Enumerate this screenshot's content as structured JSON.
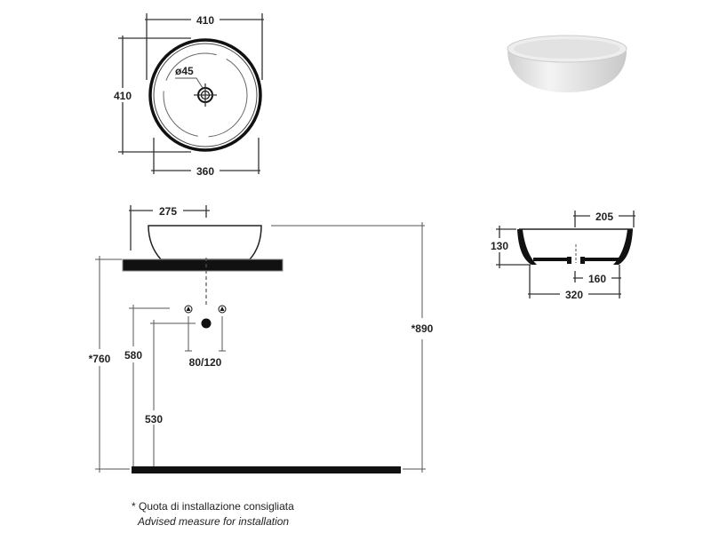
{
  "top_view": {
    "width_label": "410",
    "depth_label": "410",
    "inner_label": "360",
    "drain_label": "ø45"
  },
  "front_view": {
    "bowl_height_label": "275",
    "total_height_label": "*890",
    "counter_height_label": "*760",
    "valve_height_label": "580",
    "drain_height_label": "530",
    "valve_spacing_label": "80/120"
  },
  "section_view": {
    "half_width_label": "205",
    "height_label": "130",
    "base_half_label": "160",
    "base_width_label": "320"
  },
  "notes": {
    "italian": "* Quota di installazione consigliata",
    "english": "Advised measure for installation"
  },
  "colors": {
    "line": "#333333",
    "solid": "#111111"
  }
}
